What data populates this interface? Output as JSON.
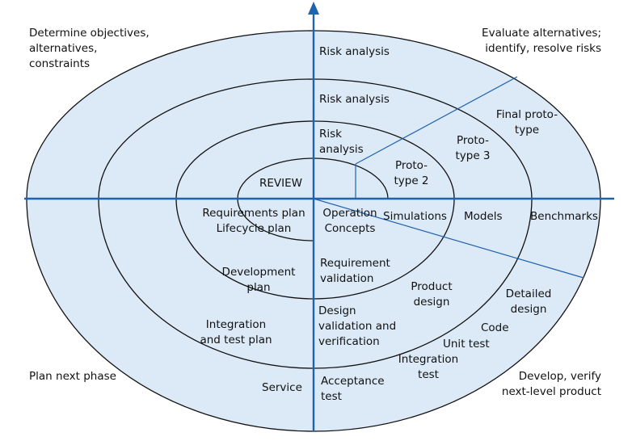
{
  "colors": {
    "fill": "#dce9f7",
    "axis": "#1f62ad",
    "outline": "#111111",
    "background": "#ffffff"
  },
  "quadrants": {
    "top_left": "Determine objectives,\nalternatives,\nconstraints",
    "top_right": "Evaluate alternatives;\nidentify, resolve risks",
    "bottom_left": "Plan next phase",
    "bottom_right": "Develop, verify\nnext-level product"
  },
  "risk": {
    "outer": "Risk analysis",
    "middle": "Risk analysis",
    "inner": "Risk\nanalysis"
  },
  "prototypes": {
    "p2": "Proto-\ntype 2",
    "p3": "Proto-\ntype 3",
    "final": "Final proto-\ntype"
  },
  "center": "REVIEW",
  "axis_row": {
    "req_plan": "Requirements plan\nLifecycle plan",
    "op_concepts": "Operation\nConcepts",
    "simulations": "Simulations",
    "models": "Models",
    "benchmarks": "Benchmarks"
  },
  "lower_left": {
    "dev_plan": "Development\nplan",
    "int_plan": "Integration\nand test plan",
    "service": "Service"
  },
  "lower_right": {
    "req_validation": "Requirement\nvalidation",
    "product_design": "Product\ndesign",
    "detailed_design": "Detailed\ndesign",
    "design_validation": "Design\nvalidation and\nverification",
    "code": "Code",
    "unit_test": "Unit test",
    "integration_test": "Integration\ntest",
    "acceptance_test": "Acceptance\ntest"
  }
}
